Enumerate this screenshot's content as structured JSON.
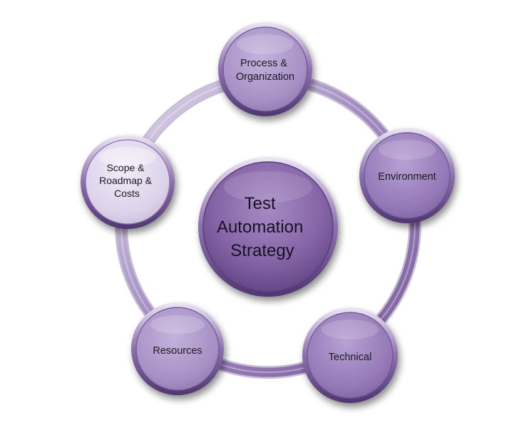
{
  "center": {
    "lines": [
      "Test",
      "Automation",
      "Strategy"
    ]
  },
  "nodes": [
    {
      "id": "process",
      "lines": [
        "Process &",
        "Organization"
      ],
      "shade": "mid"
    },
    {
      "id": "environment",
      "lines": [
        "Environment"
      ],
      "shade": "dark"
    },
    {
      "id": "technical",
      "lines": [
        "Technical"
      ],
      "shade": "dark"
    },
    {
      "id": "resources",
      "lines": [
        "Resources"
      ],
      "shade": "mid"
    },
    {
      "id": "scope",
      "lines": [
        "Scope &",
        "Roadmap &",
        "Costs"
      ],
      "shade": "light"
    }
  ],
  "colors": {
    "ring": "#8e72ae",
    "ring_light": "#d6cbe4",
    "rim": "#5e4680",
    "center_fill": "#8a6aaa",
    "center_dark": "#5a3e78",
    "node_dark": "#9a80bc",
    "node_mid": "#a890c8",
    "node_light": "#dcd2ea"
  }
}
